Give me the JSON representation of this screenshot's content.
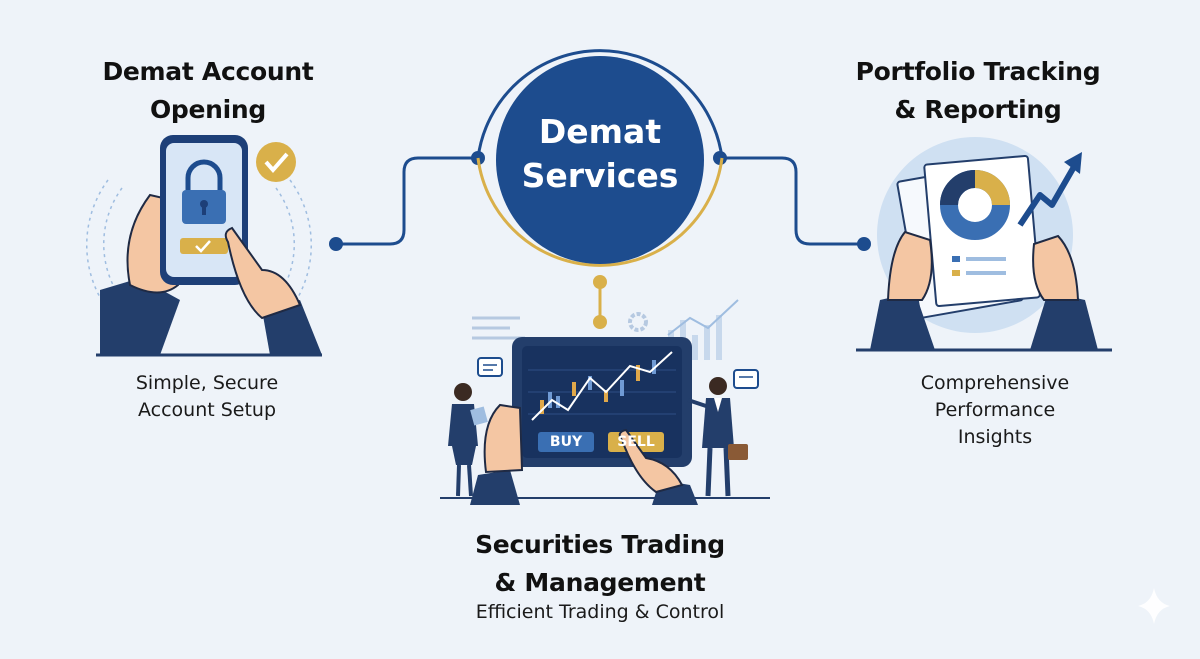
{
  "hub": {
    "line1": "Demat",
    "line2": "Services"
  },
  "left": {
    "title_line1": "Demat Account",
    "title_line2": "Opening",
    "subtitle_line1": "Simple, Secure",
    "subtitle_line2": "Account Setup"
  },
  "right": {
    "title_line1": "Portfolio Tracking",
    "title_line2": "& Reporting",
    "subtitle_line1": "Comprehensive",
    "subtitle_line2": "Performance",
    "subtitle_line3": "Insights"
  },
  "bottom": {
    "title_line1": "Securities Trading",
    "title_line2": "& Management",
    "subtitle": "Efficient Trading & Control",
    "buy_label": "BUY",
    "sell_label": "SELL"
  },
  "colors": {
    "navy": "#1d4c8e",
    "dark_navy": "#233e6b",
    "gold": "#d9b04a",
    "skin": "#f4c6a3",
    "background": "#eef3f9"
  }
}
